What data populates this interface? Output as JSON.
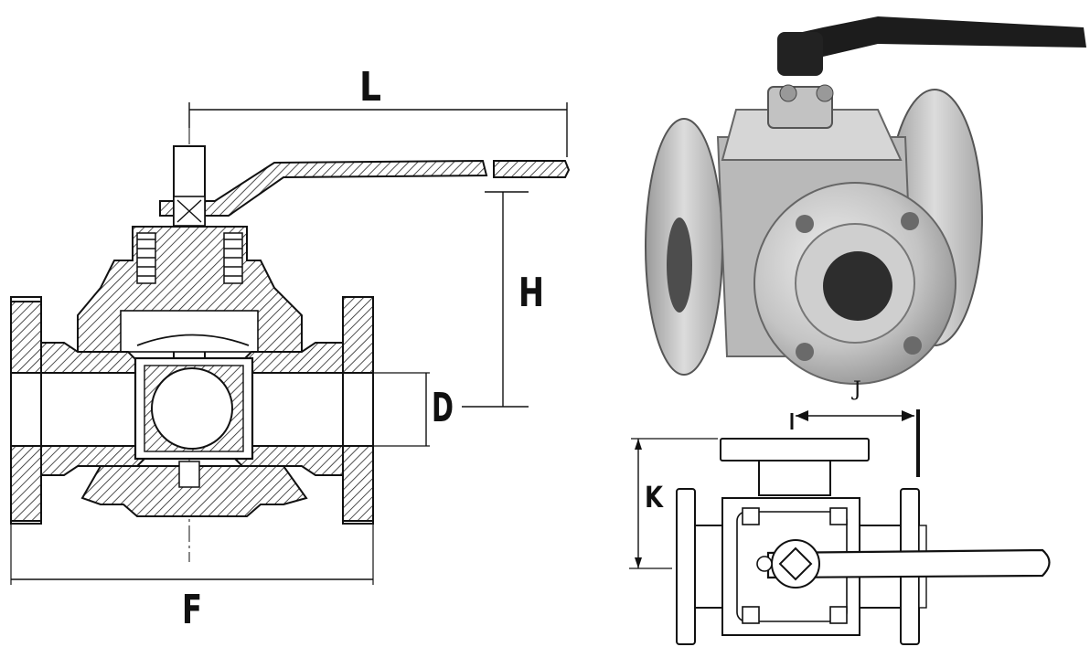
{
  "labels": {
    "L": "L",
    "H": "H",
    "D": "D",
    "F": "F",
    "J": "J",
    "K": "K"
  },
  "colors": {
    "ink": "#111111",
    "hatch": "#222222",
    "photo_metal": "#c9c9c9",
    "photo_shadow": "#7a7a7a",
    "handle": "#1c1c1c",
    "paper": "#ffffff"
  }
}
